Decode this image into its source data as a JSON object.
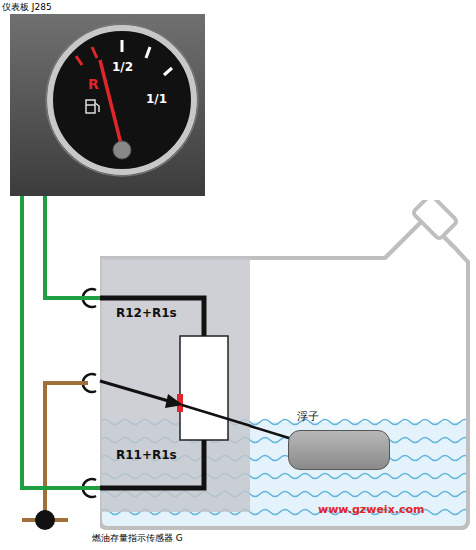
{
  "diagram": {
    "caption": "燃油存量指示传感器 G",
    "nodes": [
      {
        "text": [
          "仪表板 J285"
        ]
      },
      {
        "text": []
      },
      {
        "text": [
          "R12+R1s",
          "R11+R1s"
        ],
        "in": 1
      },
      {
        "text": [
          "浮子"
        ],
        "in": 1
      }
    ],
    "edges": [
      {
        "from": 0,
        "to": 2,
        "arrow": "none"
      },
      {
        "from": 0,
        "to": 2,
        "arrow": "none"
      },
      {
        "from": 3,
        "to": 2,
        "arrow": "none"
      }
    ],
    "labels": [
      "R",
      "1/2",
      "1/1",
      "www.gzweix.com"
    ]
  }
}
